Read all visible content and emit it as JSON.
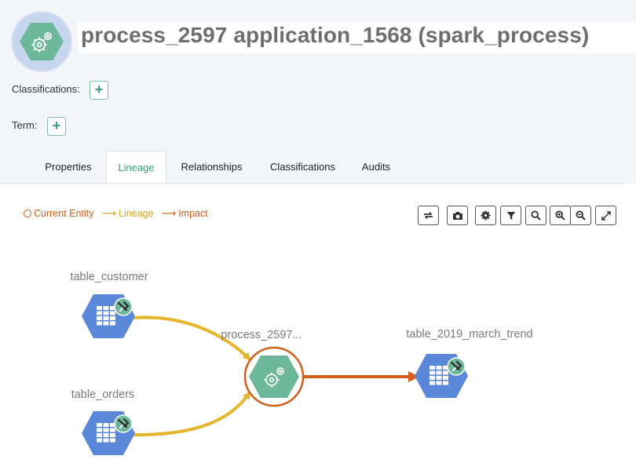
{
  "entity": {
    "title": "process_2597 application_1568 (spark_process)",
    "icon": "gear-icon"
  },
  "classifications": {
    "label": "Classifications:",
    "add_label": "+"
  },
  "term": {
    "label": "Term:",
    "add_label": "+"
  },
  "tabs": [
    {
      "label": "Properties",
      "active": false
    },
    {
      "label": "Lineage",
      "active": true
    },
    {
      "label": "Relationships",
      "active": false
    },
    {
      "label": "Classifications",
      "active": false
    },
    {
      "label": "Audits",
      "active": false
    }
  ],
  "legend": {
    "current": "Current Entity",
    "lineage": "Lineage",
    "impact": "Impact"
  },
  "toolbar": [
    "refresh-icon",
    "camera-icon",
    "settings-icon",
    "filter-icon",
    "search-icon",
    "zoom-in-icon",
    "zoom-out-icon",
    "fullscreen-icon"
  ],
  "graph": {
    "nodes": [
      {
        "id": "table_customer",
        "label": "table_customer",
        "type": "table"
      },
      {
        "id": "table_orders",
        "label": "table_orders",
        "type": "table"
      },
      {
        "id": "process",
        "label": "process_2597...",
        "type": "process",
        "current": true
      },
      {
        "id": "table_2019_march_trend",
        "label": "table_2019_march_trend",
        "type": "table"
      }
    ],
    "edges": [
      {
        "from": "table_customer",
        "to": "process",
        "kind": "lineage"
      },
      {
        "from": "table_orders",
        "to": "process",
        "kind": "lineage"
      },
      {
        "from": "process",
        "to": "table_2019_march_trend",
        "kind": "impact"
      }
    ]
  },
  "colors": {
    "accent": "#37a37b",
    "lineage": "#e6b52e",
    "impact": "#d35d19",
    "table_node": "#5b87d8",
    "process_node": "#6db89b"
  }
}
